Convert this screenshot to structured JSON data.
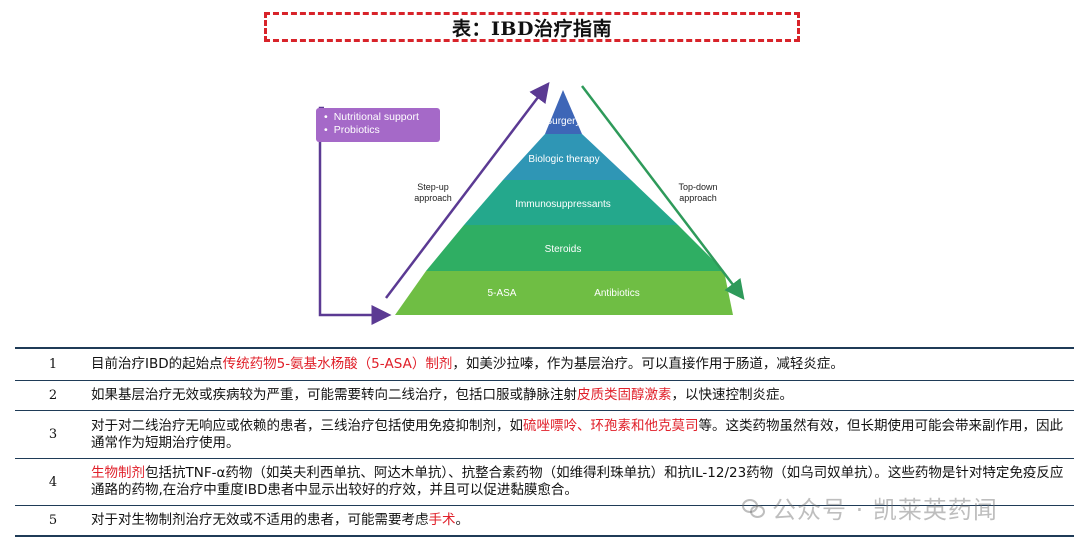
{
  "title": "表：IBD治疗指南",
  "diagram": {
    "support_items": [
      "Nutritional support",
      "Probiotics"
    ],
    "step_up": [
      "Step-up",
      "approach"
    ],
    "top_down": [
      "Top-down",
      "approach"
    ],
    "tiers": {
      "surgery": "Surgery",
      "biologic": "Biologic therapy",
      "immuno": "Immunosuppressants",
      "steroids": "Steroids",
      "asa": "5-ASA",
      "antibiotics": "Antibiotics"
    },
    "colors": {
      "tier1": "#3e66b7",
      "tier2": "#2f96b5",
      "tier3": "#24a88c",
      "tier4": "#2fae63",
      "tier5": "#6fbe44",
      "step_up_arrow": "#5b3a93",
      "top_down_arrow": "#2e9a5a",
      "support_box": "#a569c8",
      "title_border": "#d8232a",
      "highlight": "#e0202a"
    }
  },
  "rows": [
    {
      "num": "1",
      "parts": [
        {
          "text": "目前治疗IBD的起始点",
          "hl": false
        },
        {
          "text": "传统药物5-氨基水杨酸（5-ASA）制剂",
          "hl": true
        },
        {
          "text": "，如美沙拉嗪，作为基层治疗。可以直接作用于肠道，减轻炎症。",
          "hl": false
        }
      ]
    },
    {
      "num": "2",
      "parts": [
        {
          "text": "如果基层治疗无效或疾病较为严重，可能需要转向二线治疗，包括口服或静脉注射",
          "hl": false
        },
        {
          "text": "皮质类固醇激素",
          "hl": true
        },
        {
          "text": "，以快速控制炎症。",
          "hl": false
        }
      ]
    },
    {
      "num": "3",
      "parts": [
        {
          "text": "对于对二线治疗无响应或依赖的患者，三线治疗包括使用免疫抑制剂，如",
          "hl": false
        },
        {
          "text": "硫唑嘌呤、环孢素和他克莫司",
          "hl": true
        },
        {
          "text": "等。这类药物虽然有效，但长期使用可能会带来副作用，因此通常作为短期治疗使用。",
          "hl": false
        }
      ]
    },
    {
      "num": "4",
      "parts": [
        {
          "text": "生物制剂",
          "hl": true
        },
        {
          "text": "包括抗TNF-α药物（如英夫利西单抗、阿达木单抗）、抗整合素药物（如维得利珠单抗）和抗IL-12/23药物（如乌司奴单抗）。这些药物是针对特定免疫反应通路的药物,在治疗中重度IBD患者中显示出较好的疗效，并且可以促进黏膜愈合。",
          "hl": false
        }
      ]
    },
    {
      "num": "5",
      "parts": [
        {
          "text": "对于对生物制剂治疗无效或不适用的患者，可能需要考虑",
          "hl": false
        },
        {
          "text": "手术",
          "hl": true
        },
        {
          "text": "。",
          "hl": false
        }
      ]
    }
  ],
  "watermark": {
    "icon": "wechat-icon",
    "text": "公众号 · 凯莱英药闻"
  }
}
